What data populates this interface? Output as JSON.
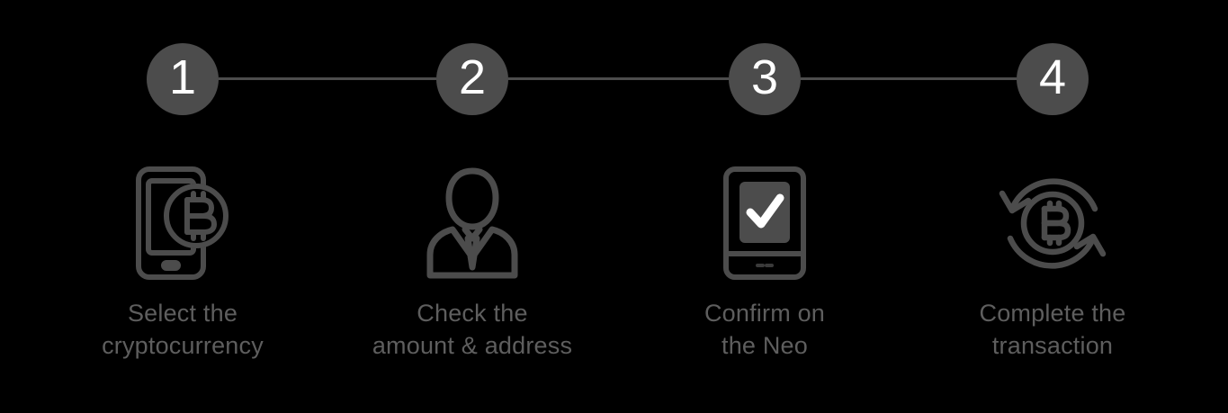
{
  "theme": {
    "background": "#000000",
    "circle_fill": "#4c4c4c",
    "circle_number_color": "#ffffff",
    "connector_color": "#4c4c4c",
    "icon_color": "#4c4c4c",
    "caption_color": "#5e5e5e",
    "check_color": "#ffffff"
  },
  "stepper": {
    "steps": [
      {
        "number": "1",
        "icon": "phone-bitcoin-icon",
        "caption": "Select the\ncryptocurrency"
      },
      {
        "number": "2",
        "icon": "person-suit-icon",
        "caption": "Check the\namount & address"
      },
      {
        "number": "3",
        "icon": "hardware-wallet-check-icon",
        "caption": "Confirm on\nthe Neo"
      },
      {
        "number": "4",
        "icon": "bitcoin-exchange-arrows-icon",
        "caption": "Complete the\ntransaction"
      }
    ]
  }
}
